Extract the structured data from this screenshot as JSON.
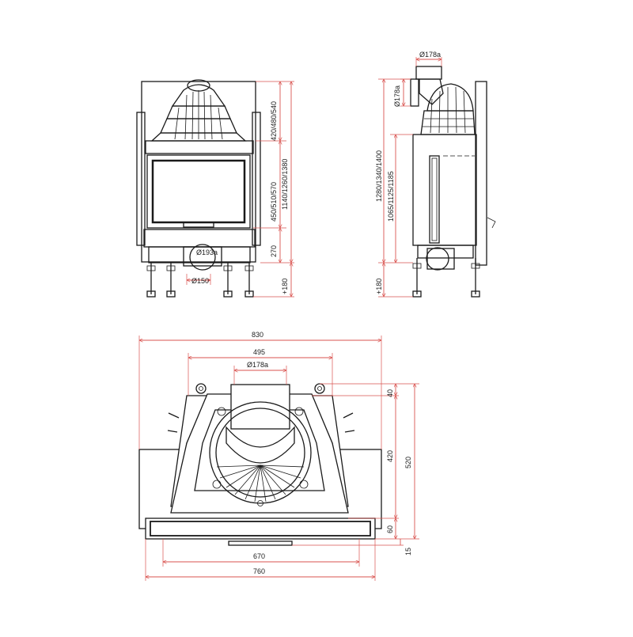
{
  "front_view": {
    "dims": {
      "hood_height": "420/480/540",
      "door_height": "450/510/570",
      "total_height": "1140/1260/1380",
      "base_height": "270",
      "feet": "+180",
      "inlet_dia": "Ø193a",
      "outlet_dia": "Ø150"
    }
  },
  "side_view": {
    "dims": {
      "top_dia": "Ø178a",
      "side_dia": "Ø178a",
      "total_height": "1280/1340/1400",
      "body_height": "1065/1125/1185",
      "feet": "+180"
    }
  },
  "top_view": {
    "dims": {
      "width_total": "830",
      "width_inner": "495",
      "flue_dia": "Ø178a",
      "depth_back": "40",
      "depth_mid": "420",
      "depth_total": "520",
      "depth_front": "60",
      "handle_depth": "15",
      "front_width": "670",
      "body_width": "760"
    }
  }
}
